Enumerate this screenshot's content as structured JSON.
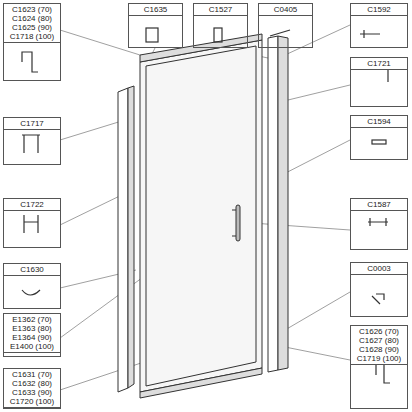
{
  "diagram": {
    "nodes": [
      {
        "text": [
          "C1623 (70)",
          "C1624 (80)",
          "C1625 (90)",
          "C1718 (100)"
        ]
      },
      {
        "text": [
          "C1717"
        ]
      },
      {
        "text": [
          "C1722"
        ]
      },
      {
        "text": [
          "C1630"
        ]
      },
      {
        "text": [
          "E1362 (70)",
          "E1363 (80)",
          "E1364 (90)",
          "E1400 (100)"
        ]
      },
      {
        "text": [
          "C1631 (70)",
          "C1632 (80)",
          "C1633 (90)",
          "C1720 (100)"
        ]
      },
      {
        "text": [
          "C1635"
        ]
      },
      {
        "text": [
          "C1527"
        ]
      },
      {
        "text": [
          "C0405"
        ]
      },
      {
        "text": [
          "C1592"
        ]
      },
      {
        "text": [
          "C1721"
        ]
      },
      {
        "text": [
          "C1594"
        ]
      },
      {
        "text": [
          "C1587"
        ]
      },
      {
        "text": [
          "C0003"
        ]
      },
      {
        "text": [
          "C1626 (70)",
          "C1627 (80)",
          "C1628 (90)",
          "C1719 (100)"
        ]
      }
    ]
  }
}
